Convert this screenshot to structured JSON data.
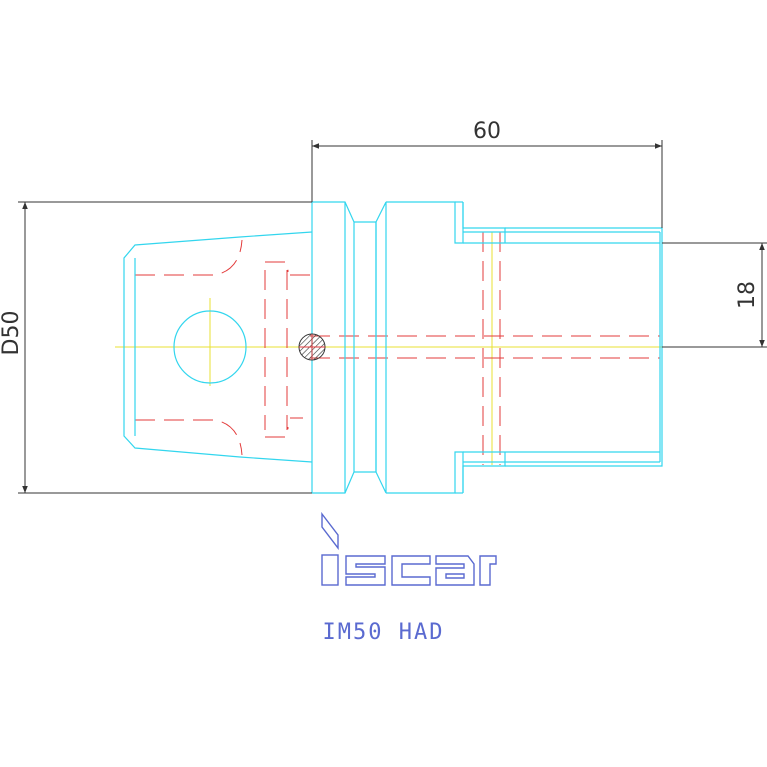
{
  "dimensions": {
    "length": "60",
    "diameter": "D50",
    "offset": "18"
  },
  "logo": {
    "brand": "iscar"
  },
  "caption": {
    "model": "IM50 HAD"
  },
  "colors": {
    "outline": "#33d6ee",
    "hidden_lines": "#e33b3b",
    "center_lines": "#e8e233",
    "dimension_lines": "#333333",
    "brand": "#5a6ad0"
  }
}
